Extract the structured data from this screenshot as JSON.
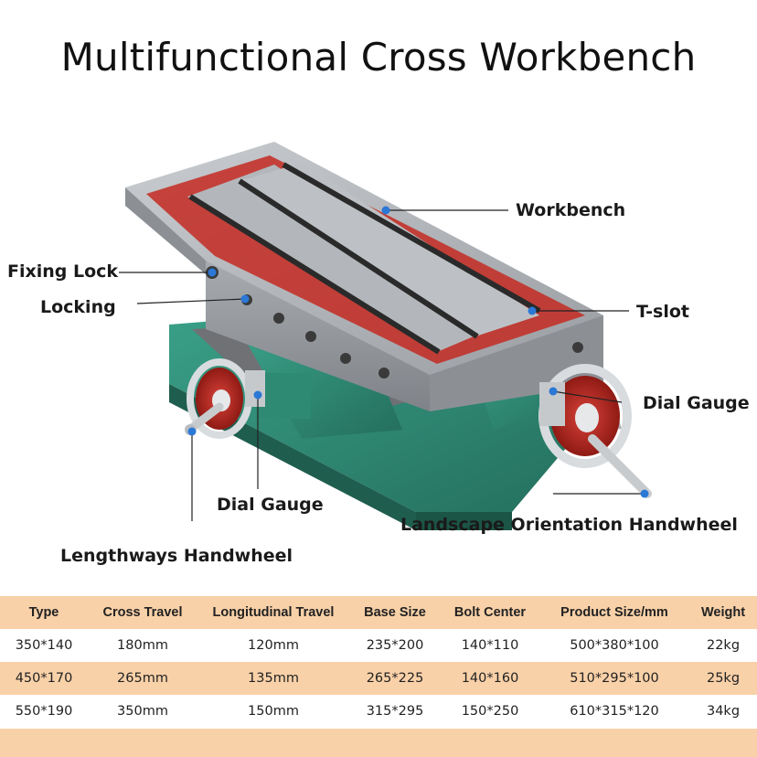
{
  "title": "Multifunctional Cross Workbench",
  "colors": {
    "steel": "#b8bcc0",
    "red": "#c42a22",
    "green": "#2f8f78",
    "band": "#f9d1a8",
    "dot": "#2b78d6"
  },
  "labels": {
    "workbench": "Workbench",
    "fixing_lock": "Fixing Lock",
    "locking": "Locking",
    "t_slot": "T-slot",
    "dial_gauge_right": "Dial Gauge",
    "dial_gauge_left": "Dial Gauge",
    "landscape_handwheel": "Landscape Orientation Handwheel",
    "lengthways_handwheel": "Lengthways Handwheel"
  },
  "table": {
    "headers": [
      "Type",
      "Cross Travel",
      "Longitudinal Travel",
      "Base Size",
      "Bolt Center",
      "Product Size/mm",
      "Weight"
    ],
    "rows": [
      [
        "350*140",
        "180mm",
        "120mm",
        "235*200",
        "140*110",
        "500*380*100",
        "22kg"
      ],
      [
        "450*170",
        "265mm",
        "135mm",
        "265*225",
        "140*160",
        "510*295*100",
        "25kg"
      ],
      [
        "550*190",
        "350mm",
        "150mm",
        "315*295",
        "150*250",
        "610*315*120",
        "34kg"
      ]
    ]
  }
}
